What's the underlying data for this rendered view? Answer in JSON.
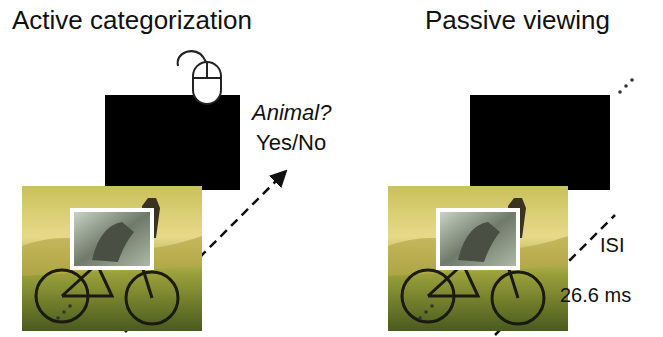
{
  "diagram": {
    "labels": [
      "Active categorization",
      "Animal?",
      "Yes/No",
      "Passive viewing",
      "ISI",
      "26.6 ms"
    ]
  }
}
